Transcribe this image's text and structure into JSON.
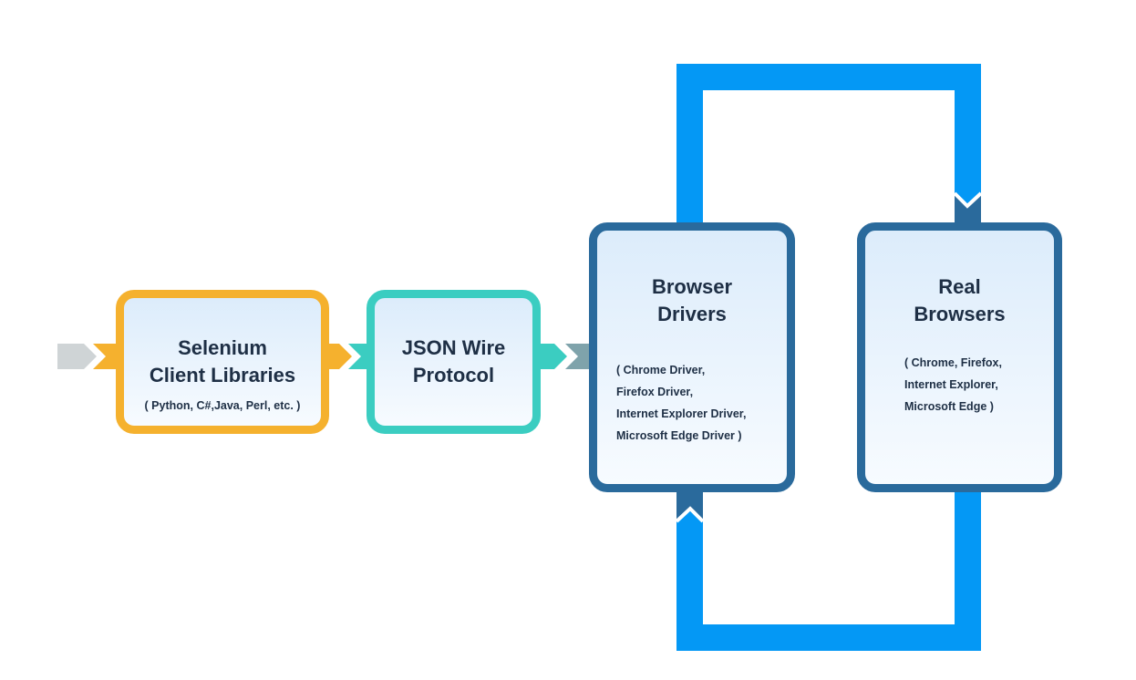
{
  "colors": {
    "selenium_border": "#f5b12e",
    "json_border": "#3bcdc1",
    "driver_border": "#2a6a9c",
    "loop": "#0498f5",
    "entry_arrow": "#cfd4d6",
    "driver_arrow": "#7fa3ab",
    "text": "#1e2f45"
  },
  "nodes": {
    "selenium": {
      "title_lines": [
        "Selenium",
        "Client Libraries"
      ],
      "sub_lines": [
        "( Python, C#,Java, Perl, etc. )"
      ]
    },
    "json": {
      "title_lines": [
        "JSON Wire",
        "Protocol"
      ]
    },
    "drivers": {
      "title_lines": [
        "Browser",
        "Drivers"
      ],
      "sub_lines": [
        "( Chrome Driver,",
        "Firefox Driver,",
        "Internet Explorer Driver,",
        "Microsoft Edge Driver )"
      ]
    },
    "browsers": {
      "title_lines": [
        "Real",
        "Browsers"
      ],
      "sub_lines": [
        "( Chrome, Firefox,",
        "Internet Explorer,",
        "Microsoft Edge )"
      ]
    }
  }
}
